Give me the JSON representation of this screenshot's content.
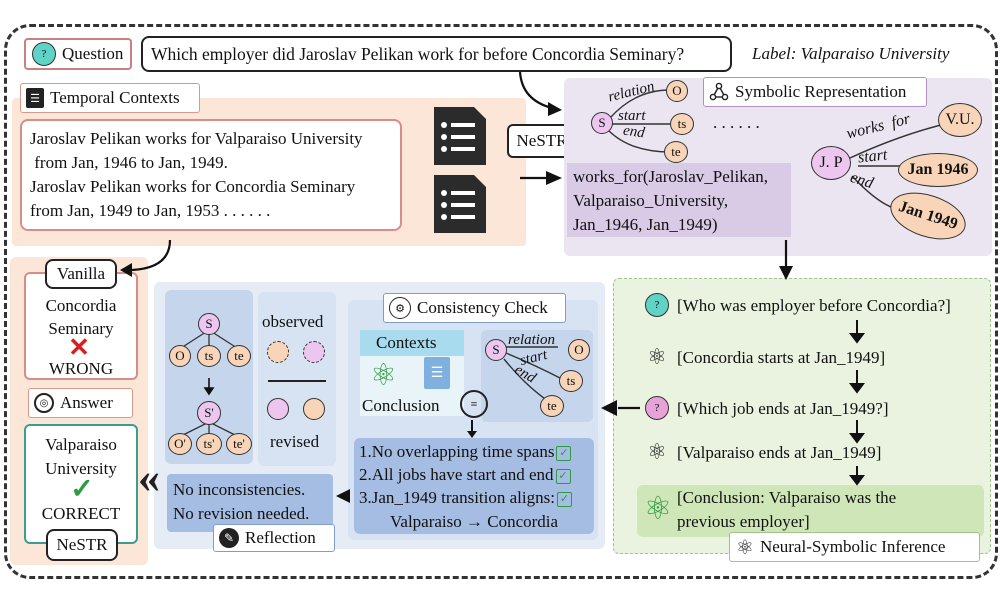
{
  "question": {
    "label": "Question",
    "text": "Which employer did Jaroslav Pelikan work for before Concordia Seminary?",
    "gold_label": "Label: Valparaiso University"
  },
  "temporal": {
    "label": "Temporal Contexts",
    "lines": [
      "Jaroslav Pelikan works for Valparaiso University",
      " from Jan, 1946 to Jan, 1949.",
      "Jaroslav Pelikan works for Concordia Seminary",
      "from Jan, 1949 to Jan, 1953 . . . . . ."
    ]
  },
  "nestr_center": "NeSTR",
  "symbolic": {
    "label": "Symbolic Representation",
    "graph": {
      "s": "S",
      "o": "O",
      "ts": "ts",
      "te": "te",
      "relation": "relation",
      "start": "start",
      "end": "end"
    },
    "ellipsis": ". . . . . .",
    "predicate": [
      "works_for(Jaroslav_Pelikan,",
      "Valparaiso_University,",
      "Jan_1946, Jan_1949)"
    ],
    "entity": {
      "jp": "J. P",
      "vu": "V.U.",
      "works_for": "works  for",
      "start": "start",
      "end": "end",
      "start_date": "Jan 1946",
      "end_date": "Jan 1949"
    }
  },
  "neural": {
    "label": "Neural-Symbolic Inference",
    "steps": [
      "[Who was employer before Concordia?]",
      "[Concordia starts at Jan_1949]",
      "[Which job ends at Jan_1949?]",
      "[Valparaiso ends at Jan_1949]"
    ],
    "conclusion": [
      "[Conclusion: Valparaiso was the",
      "previous employer]"
    ]
  },
  "consistency": {
    "label": "Consistency Check",
    "contexts": "Contexts",
    "conclusion": "Conclusion",
    "graph": {
      "s": "S",
      "o": "O",
      "ts": "ts",
      "te": "te",
      "relation": "relation",
      "start": "start",
      "end": "end"
    },
    "checks": [
      "1.No overlapping time spans",
      "2.All jobs have start and end",
      "3.Jan_1949 transition aligns:"
    ],
    "transition": "Valparaiso → Concordia"
  },
  "revision": {
    "top": {
      "s": "S",
      "o": "O",
      "ts": "ts",
      "te": "te"
    },
    "bottom": {
      "s": "S'",
      "o": "O'",
      "ts": "ts'",
      "te": "te'"
    },
    "observed": "observed",
    "revised": "revised"
  },
  "reflection": {
    "label": "Reflection",
    "lines": [
      "No inconsistencies.",
      "No revision needed."
    ]
  },
  "vanilla": {
    "label": "Vanilla",
    "answer": [
      "Concordia",
      "Seminary"
    ],
    "verdict": "WRONG"
  },
  "answer": {
    "label": "Answer"
  },
  "nestr_result": {
    "answer": [
      "Valparaiso",
      "University"
    ],
    "verdict": "CORRECT",
    "label": "NeSTR"
  },
  "colors": {
    "orange_panel": "#fbe6d7",
    "purple_panel": "#ebe5f1",
    "green_panel": "#e9f3df",
    "blue_panel": "#e6ecf6",
    "green_check": "#2e9a44",
    "red_cross": "#d81e1e"
  }
}
